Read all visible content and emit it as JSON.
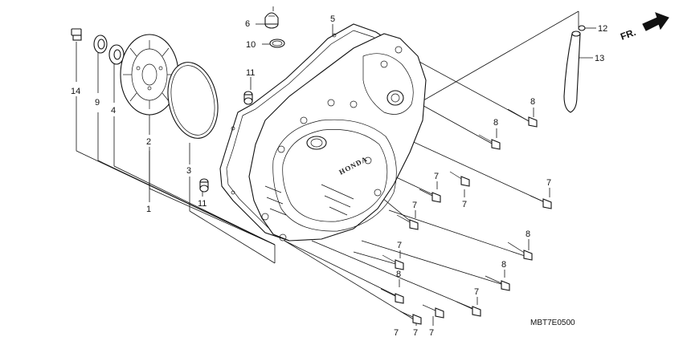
{
  "diagram": {
    "code": "MBT7E0500",
    "direction_label": "FR.",
    "brand_mark": "HONDA",
    "callouts": {
      "c1": "1",
      "c2": "2",
      "c3": "3",
      "c4": "4",
      "c5": "5",
      "c6": "6",
      "c9": "9",
      "c10": "10",
      "c11a": "11",
      "c11b": "11",
      "c12": "12",
      "c13": "13",
      "c14": "14",
      "c7a": "7",
      "c7b": "7",
      "c7c": "7",
      "c7d": "7",
      "c7e": "7",
      "c7f": "7",
      "c7g": "7",
      "c7h": "7",
      "c7i": "7",
      "c8a": "8",
      "c8b": "8",
      "c8c": "8",
      "c8d": "8",
      "c8e": "8"
    }
  }
}
